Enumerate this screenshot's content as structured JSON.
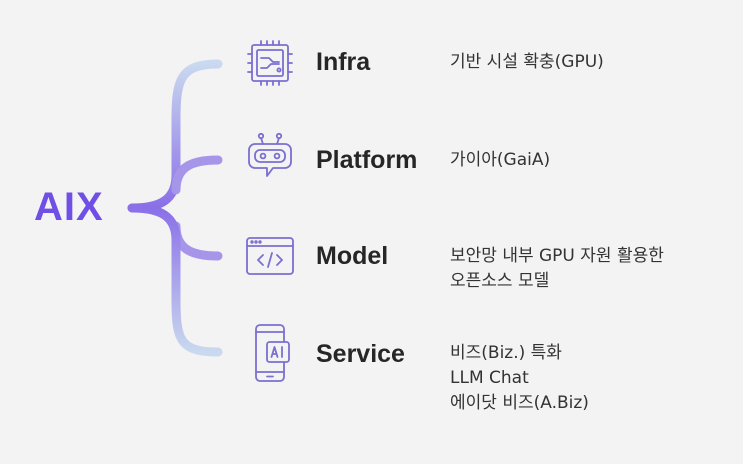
{
  "root": {
    "label": "AIX"
  },
  "colors": {
    "accent": "#6f4fe6",
    "icon": "#7b6fd0",
    "brace_top": "#c9d9ef",
    "brace_mid": "#8a6fe8"
  },
  "branches": [
    {
      "label": "Infra",
      "icon": "chip-icon",
      "desc": [
        "기반 시설 확충(GPU)"
      ]
    },
    {
      "label": "Platform",
      "icon": "robot-icon",
      "desc": [
        "가이아(GaiA)"
      ]
    },
    {
      "label": "Model",
      "icon": "code-window-icon",
      "desc": [
        "보안망 내부 GPU 자원 활용한",
        "오픈소스 모델"
      ]
    },
    {
      "label": "Service",
      "icon": "ai-phone-icon",
      "desc": [
        "비즈(Biz.) 특화",
        "LLM Chat",
        "에이닷 비즈(A.Biz)"
      ]
    }
  ]
}
